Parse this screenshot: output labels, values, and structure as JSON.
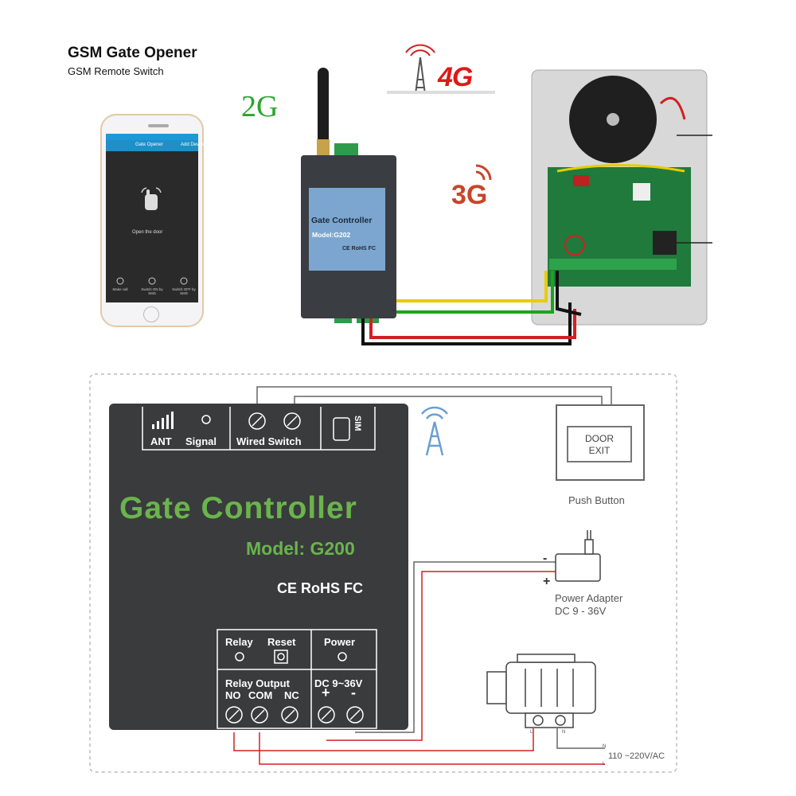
{
  "header": {
    "title": "GSM Gate Opener",
    "subtitle": "GSM Remote Switch"
  },
  "network_labels": {
    "g2": "2G",
    "g3": "3G",
    "g4": "4G"
  },
  "phone": {
    "app_title": "Gate Opener",
    "add_device": "Add Device",
    "action_label": "Open the door",
    "toolbar": [
      "Make call",
      "Switch ON by SMS",
      "Switch OFF by SMS"
    ]
  },
  "photo_device": {
    "title": "Gate Controller",
    "model": "Model:G202",
    "certs": "CE RoHS FC"
  },
  "controller": {
    "ant": "ANT",
    "signal": "Signal",
    "wired_switch": "Wired Switch",
    "sim": "SIM",
    "title": "Gate Controller",
    "model": "Model: G200",
    "certs": "CE RoHS FC",
    "relay": "Relay",
    "reset": "Reset",
    "power": "Power",
    "relay_output": "Relay Output",
    "no": "NO",
    "com": "COM",
    "nc": "NC",
    "dc": "DC 9~36V",
    "plus": "+",
    "minus": "-"
  },
  "push_button": {
    "line1": "DOOR",
    "line2": "EXIT",
    "label": "Push Button"
  },
  "adapter": {
    "label1": "Power Adapter",
    "label2": "DC 9 - 36V",
    "minus": "-",
    "plus": "+"
  },
  "motor": {
    "ac_label": "110 ~220V/AC",
    "l": "L",
    "n": "N"
  },
  "colors": {
    "green_text": "#6ab44c",
    "wire_red": "#d22020",
    "wire_yellow": "#e8cc00",
    "wire_green": "#1aa51a",
    "wire_black": "#111111"
  }
}
